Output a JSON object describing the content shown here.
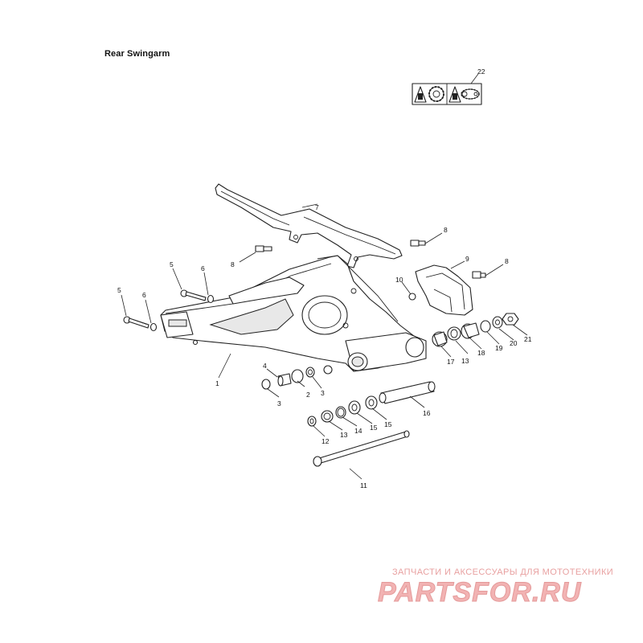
{
  "title": "Rear Swingarm",
  "callouts": {
    "c1": "1",
    "c2": "2",
    "c3a": "3",
    "c3b": "3",
    "c4": "4",
    "c5a": "5",
    "c5b": "5",
    "c6a": "6",
    "c6b": "6",
    "c7": "7",
    "c8a": "8",
    "c8b": "8",
    "c8c": "8",
    "c9": "9",
    "c10": "10",
    "c11": "11",
    "c12": "12",
    "c13a": "13",
    "c13b": "13",
    "c14": "14",
    "c15a": "15",
    "c15b": "15",
    "c16": "16",
    "c17": "17",
    "c18": "18",
    "c19": "19",
    "c20": "20",
    "c21": "21",
    "c22": "22"
  },
  "watermark": {
    "tagline": "ЗАПЧАСТИ И АКСЕССУАРЫ ДЛЯ МОТОТЕХНИКИ",
    "logo": "PARTSFOR.RU",
    "color": "#e8a0a0"
  },
  "icons": [
    "warning-hand-icon",
    "brake-disc-icon",
    "warning-hand-icon",
    "chain-icon"
  ]
}
